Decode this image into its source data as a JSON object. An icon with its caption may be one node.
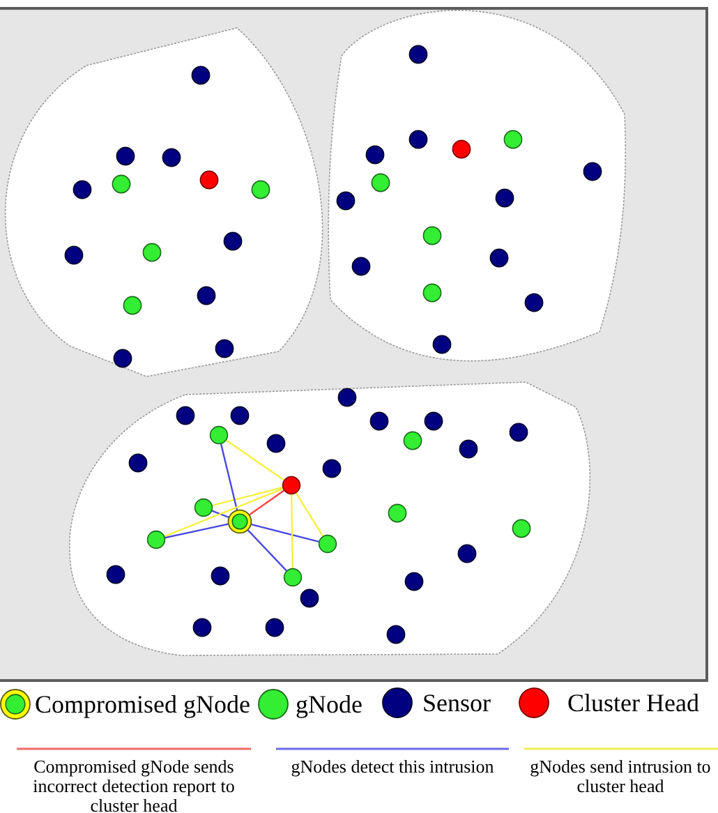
{
  "diagram": {
    "nodes": [
      {
        "text": [],
        "shape": "circle"
      },
      {
        "text": [],
        "shape": "circle"
      },
      {
        "text": [],
        "shape": "circle"
      },
      {
        "text": [],
        "shape": "circle"
      },
      {
        "text": [],
        "shape": "circle"
      },
      {
        "text": [],
        "shape": "circle"
      },
      {
        "text": [],
        "shape": "circle"
      }
    ],
    "edges": [
      {
        "from": 0,
        "to": 1,
        "arrow": "none",
        "color": "#f5f040"
      },
      {
        "from": 2,
        "to": 1,
        "arrow": "none",
        "color": "#f5f040"
      },
      {
        "from": 3,
        "to": 1,
        "arrow": "none",
        "color": "#ff4444"
      },
      {
        "from": 3,
        "to": 0,
        "arrow": "none",
        "color": "#4a4ae0"
      },
      {
        "from": 3,
        "to": 2,
        "arrow": "none",
        "color": "#4a4ae0"
      },
      {
        "from": 4,
        "to": 1,
        "arrow": "none",
        "color": "#f5f040"
      },
      {
        "from": 3,
        "to": 4,
        "arrow": "none",
        "color": "#4a4ae0"
      },
      {
        "from": 1,
        "to": 5,
        "arrow": "none",
        "color": "#f5f040"
      },
      {
        "from": 3,
        "to": 5,
        "arrow": "none",
        "color": "#4a4ae0"
      },
      {
        "from": 1,
        "to": 6,
        "arrow": "none",
        "color": "#f5f040"
      },
      {
        "from": 3,
        "to": 6,
        "arrow": "none",
        "color": "#4a4ae0"
      }
    ],
    "legend": [
      {
        "text": "Compromised gNode"
      },
      {
        "text": "gNode",
        "color": "#33ee33"
      },
      {
        "text": "Sensor",
        "color": "#000080"
      },
      {
        "text": "Cluster Head",
        "color": "#ff0000"
      },
      {
        "text": "Compromised gNode sends incorrect detection report to cluster head"
      },
      {
        "text": "gNodes detect this intrusion"
      },
      {
        "text": "gNodes send intrusion to cluster head"
      }
    ]
  }
}
